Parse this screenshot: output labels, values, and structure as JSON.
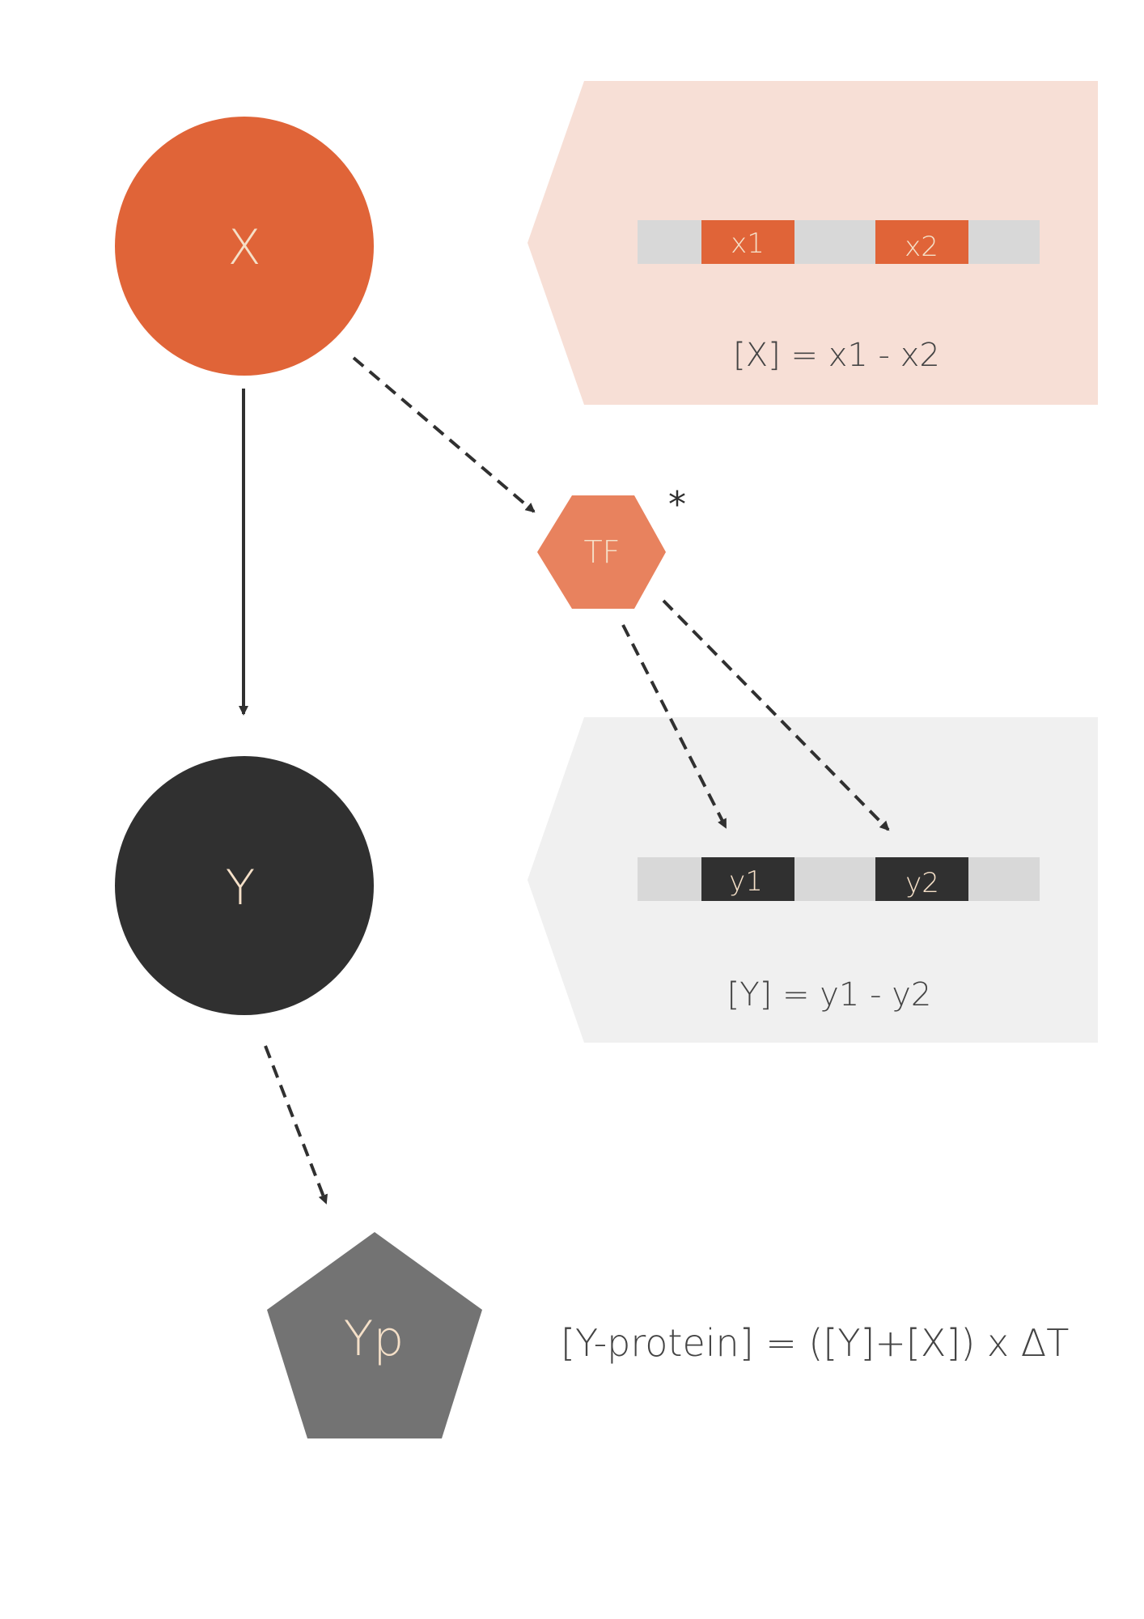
{
  "nodes": {
    "x": {
      "label": "X",
      "color": "#e06438"
    },
    "y": {
      "label": "Y",
      "color": "#303030"
    },
    "tf": {
      "label": "TF",
      "color": "#e8825e",
      "marker": "*"
    },
    "yp": {
      "label": "Yp",
      "color": "#737373"
    }
  },
  "panels": {
    "x_panel": {
      "background": "#f7dfd6",
      "segment_a": "x1",
      "segment_b": "x2",
      "equation": "[X] = x1 - x2"
    },
    "y_panel": {
      "background": "#f0f0f0",
      "segment_a": "y1",
      "segment_b": "y2",
      "equation": "[Y] = y1 - y2"
    }
  },
  "formula": {
    "text": "[Y-protein] = ([Y]+[X]) x ΔT"
  },
  "colors": {
    "label_text": "#f5e0c8",
    "strand": "#d8d8d8",
    "arrow": "#303030",
    "equation_text": "#444444"
  }
}
